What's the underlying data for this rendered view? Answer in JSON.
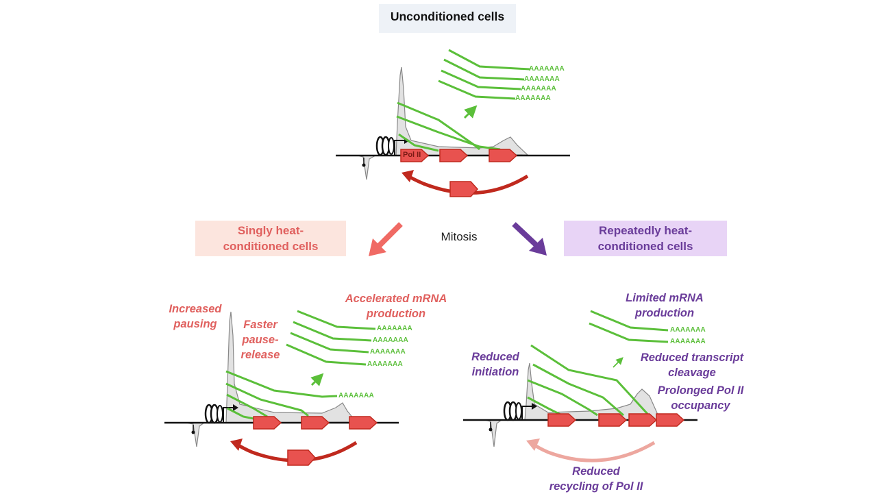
{
  "header": {
    "title": "Unconditioned cells"
  },
  "branches": {
    "left_label": "Singly heat-\nconditioned cells",
    "center_label": "Mitosis",
    "right_label": "Repeatedly heat-\nconditioned cells"
  },
  "top_panel": {
    "pol_label": "Pol II",
    "polya": "AAAAAAA"
  },
  "left_panel": {
    "increased_pausing": "Increased\npausing",
    "faster_pause_release": "Faster\npause-\nrelease",
    "accelerated_mrna": "Accelerated mRNA\nproduction",
    "polya": "AAAAAAA"
  },
  "right_panel": {
    "limited_mrna": "Limited mRNA\nproduction",
    "reduced_initiation": "Reduced\ninitiation",
    "reduced_cleavage": "Reduced transcript\ncleavage",
    "prolonged_occupancy": "Prolonged Pol II\noccupancy",
    "reduced_recycling": "Reduced\nrecycling of Pol II",
    "polya": "AAAAAAA"
  },
  "colors": {
    "green_transcript": "#5bbf3a",
    "pol_red": "#e8524f",
    "recycle_dark": "#c0291e",
    "recycle_faded": "#eda79f",
    "singly_bg": "#fce5de",
    "repeated_bg": "#e8d4f6",
    "header_bg": "#eef2f7",
    "purple_text": "#6a3c9a",
    "red_text": "#e0605e"
  }
}
